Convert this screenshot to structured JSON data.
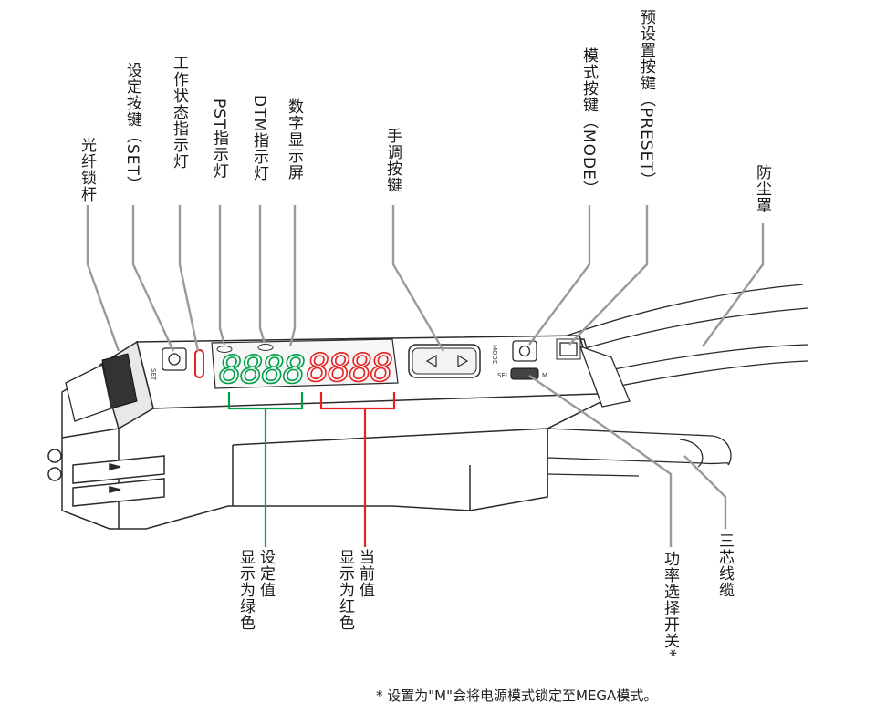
{
  "labels": {
    "fiber_lever": "光纤锁杆",
    "set_button": "设定按键（SET）",
    "work_indicator": "工作状态指示灯",
    "pst_indicator": "PST指示灯",
    "dtm_indicator": "DTM指示灯",
    "digital_display": "数字显示屏",
    "jog_button": "手调按键",
    "mode_button": "模式按键（MODE）",
    "preset_button": "预设置按键（PRESET）",
    "dust_cover": "防尘罩",
    "set_value": "设定值\n显示为绿色",
    "current_value": "当前值\n显示为红色",
    "power_switch": "功率选择开关*",
    "cable": "三芯线缆"
  },
  "device_text": {
    "mode_mark": "MODE",
    "sel_mark": "SEL",
    "m_mark": "M",
    "set_mark": "SET"
  },
  "displays": {
    "green_digits": "8888",
    "red_digits": "8888"
  },
  "footnote": "* 设置为\"M\"会将电源模式锁定至MEGA模式。",
  "colors": {
    "green": "#00a04a",
    "red": "#e52222",
    "leader": "#9a9a9a",
    "outline": "#2a2a2a"
  }
}
